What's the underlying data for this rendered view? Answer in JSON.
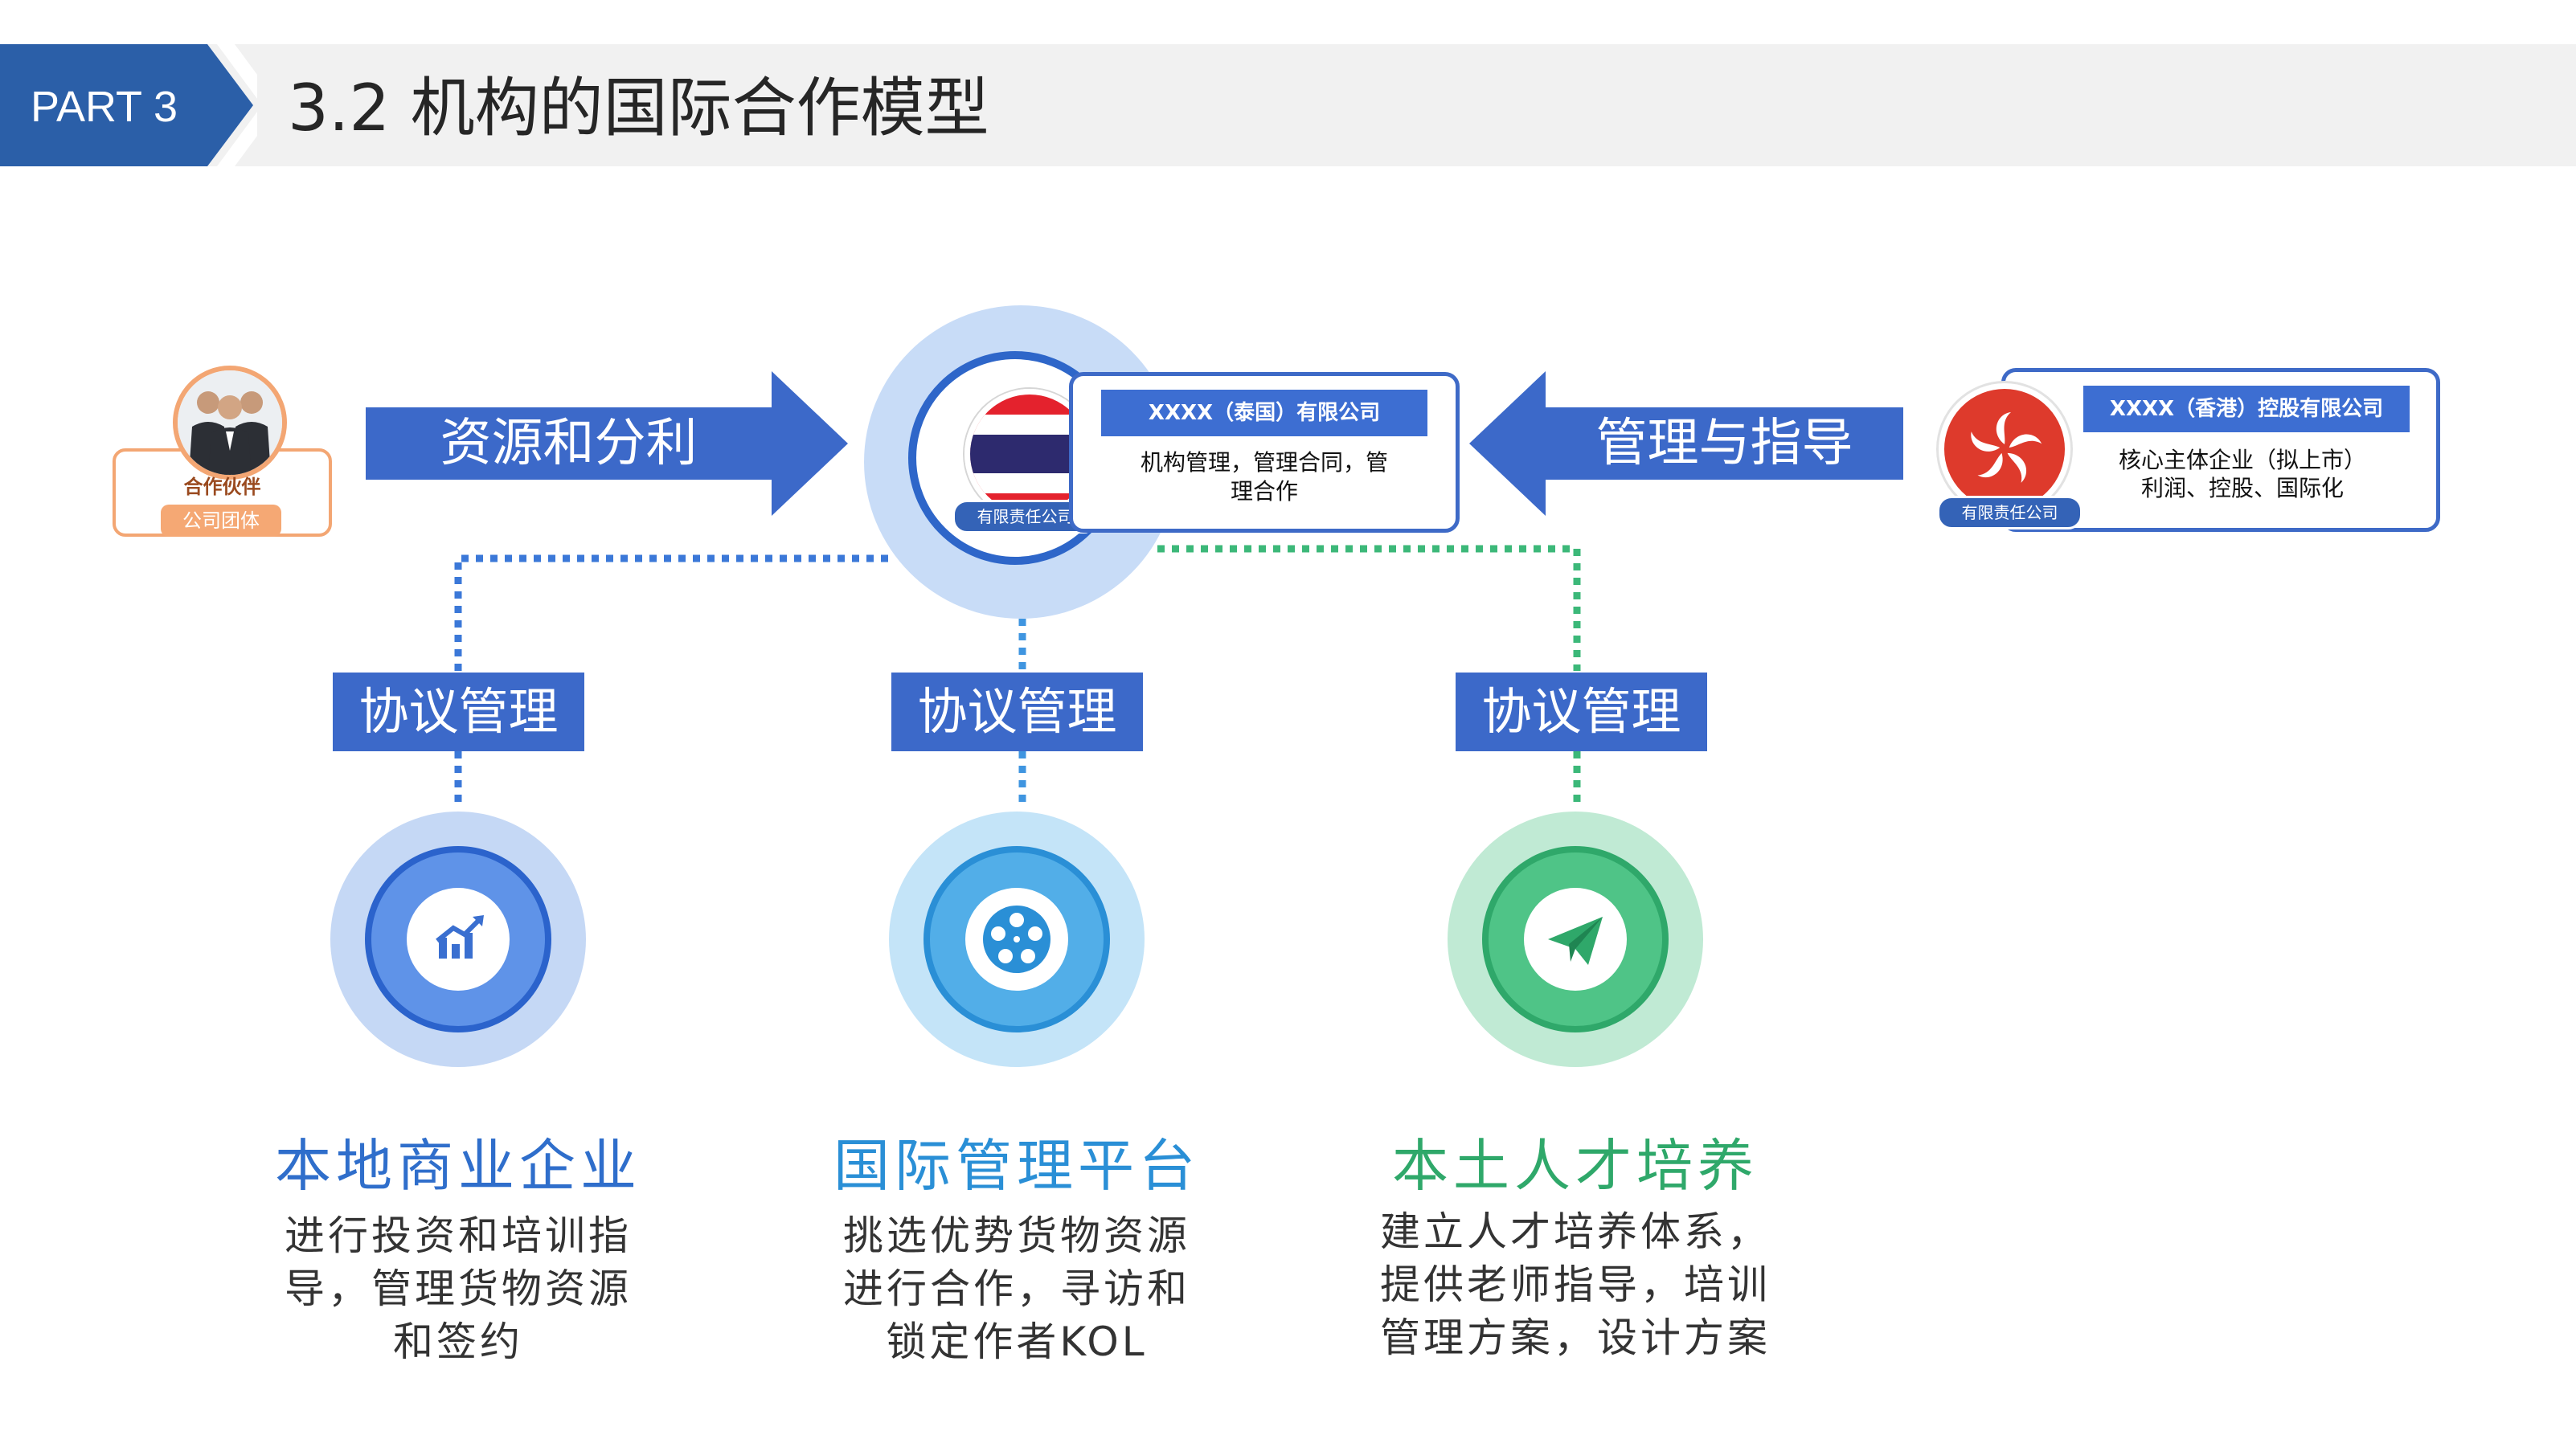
{
  "header": {
    "part_label": "PART 3",
    "title": "3.2 机构的国际合作模型"
  },
  "partner": {
    "name": "合作伙伴",
    "tag": "公司团体"
  },
  "arrows": {
    "left_label": "资源和分利",
    "right_label": "管理与指导"
  },
  "center_company": {
    "tag": "有限责任公司",
    "name": "XXXX（泰国）有限公司",
    "desc_line1": "机构管理，管理合同，管",
    "desc_line2": "理合作"
  },
  "hk_company": {
    "tag": "有限责任公司",
    "name": "XXXX（香港）控股有限公司",
    "desc_line1": "核心主体企业（拟上市）",
    "desc_line2": "利润、控股、国际化"
  },
  "agreements": [
    "协议管理",
    "协议管理",
    "协议管理"
  ],
  "nodes": [
    {
      "title": "本地商业企业",
      "desc": [
        "进行投资和培训指",
        "导，管理货物资源",
        "和签约"
      ],
      "icon": "chart-growth-icon",
      "color": "#2f6ecb"
    },
    {
      "title": "国际管理平台",
      "desc": [
        "挑选优势货物资源",
        "进行合作，寻访和",
        "锁定作者KOL"
      ],
      "icon": "film-reel-icon",
      "color": "#2a8fd6"
    },
    {
      "title": "本土人才培养",
      "desc": [
        "建立人才培养体系，",
        "提供老师指导，培训",
        "管理方案，设计方案"
      ],
      "icon": "paper-plane-icon",
      "color": "#2fa86a"
    }
  ]
}
